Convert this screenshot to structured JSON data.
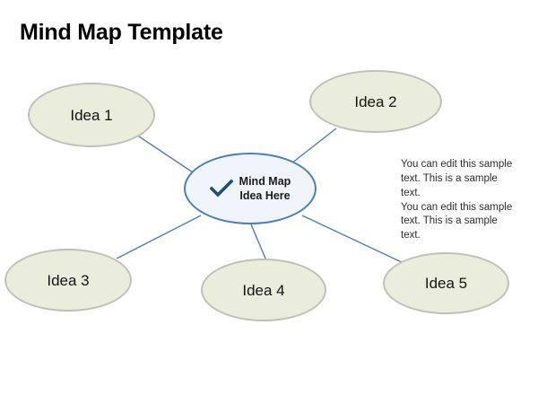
{
  "slide": {
    "title": "Mind Map Template",
    "background_color": "#FFFFFF"
  },
  "center_node": {
    "name": "mind-map-center",
    "line1": "Mind Map",
    "line2": "Idea Here",
    "icon": "check-icon",
    "fill_color": "#F0F5FB",
    "border_color": "#4A7EBB",
    "icon_color": "#1F4E79",
    "text_color": "#1A1A1A"
  },
  "idea_nodes": [
    {
      "id": "idea-1",
      "label": "Idea 1"
    },
    {
      "id": "idea-2",
      "label": "Idea 2"
    },
    {
      "id": "idea-3",
      "label": "Idea 3"
    },
    {
      "id": "idea-4",
      "label": "Idea 4"
    },
    {
      "id": "idea-5",
      "label": "Idea 5"
    }
  ],
  "node_style": {
    "fill_color": "#EAEDDC",
    "border_color": "#C0C0B8",
    "text_color": "#141414"
  },
  "connector_style": {
    "color": "#4A7EBB",
    "width": 1.4
  },
  "sample_text": {
    "line1": "You can edit this sample",
    "line2": "text. This is a sample text.",
    "line3": "You can edit this sample",
    "line4": "text. This is a sample text.",
    "color": "#2B2B2B"
  }
}
